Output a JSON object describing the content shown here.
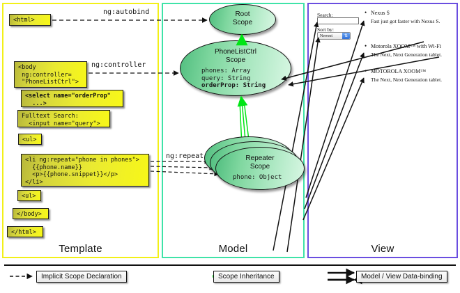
{
  "columns": [
    {
      "key": "template",
      "label": "Template",
      "border": "#f2f018"
    },
    {
      "key": "model",
      "label": "Model",
      "border": "#3fe3a8"
    },
    {
      "key": "view",
      "label": "View",
      "border": "#6a4ee0"
    }
  ],
  "template": {
    "boxes": [
      {
        "name": "html-open-box",
        "text": "<html>",
        "bold": false
      },
      {
        "name": "body-controller-box",
        "text": "<body\n ng:controller=\n \"PhoneListCtrl\">",
        "bold": false
      },
      {
        "name": "select-orderprop-box",
        "text": "<select name=\"orderProp\"\n  ...>",
        "bold": true
      },
      {
        "name": "fulltext-search-box",
        "text": "Fulltext Search:\n  <input name=\"query\">",
        "bold": false
      },
      {
        "name": "ul-open-box",
        "text": "<ul>",
        "bold": false
      },
      {
        "name": "li-ngrepeat-box",
        "text": "<li ng:repeat=\"phone in phones\">\n  {{phone.name}}\n  <p>{{phone.snippet}}</p>\n</li>",
        "bold": false
      },
      {
        "name": "ul-close-box",
        "text": "<ul>",
        "bold": false
      },
      {
        "name": "body-close-box",
        "text": "</body>",
        "bold": false
      },
      {
        "name": "html-close-box",
        "text": "</html>",
        "bold": false
      }
    ]
  },
  "connectors": {
    "autobind": "ng:autobind",
    "controller": "ng:controller",
    "repeat": "ng:repeat"
  },
  "model": {
    "scopes": [
      {
        "name": "root-scope",
        "title": "Root\nScope",
        "props": []
      },
      {
        "name": "phonelistctrl-scope",
        "title": "PhoneListCtrl\nScope",
        "props": [
          {
            "text": "phones: Array",
            "bold": false
          },
          {
            "text": "query: String",
            "bold": false
          },
          {
            "text": "orderProp: String",
            "bold": true
          }
        ]
      },
      {
        "name": "repeater-scope",
        "title": "Repeater\nScope",
        "props": [
          {
            "text": "phone: Object",
            "bold": false
          }
        ]
      }
    ]
  },
  "view": {
    "search_label": "Search:",
    "search_value": "",
    "sort_label": "Sort by:",
    "sort_selected": "Newest",
    "phones": [
      {
        "name": "Nexus S",
        "snippet": "Fast just got faster with Nexus S."
      },
      {
        "name": "Motorola XOOM™ with Wi-Fi",
        "snippet": "The Next, Next Generation tablet."
      },
      {
        "name": "MOTOROLA XOOM™",
        "snippet": "The Next, Next Generation tablet."
      }
    ]
  },
  "legend": {
    "items": [
      {
        "name": "legend-implicit-scope",
        "label": "Implicit Scope Declaration",
        "style": "dashed",
        "color": "#111111"
      },
      {
        "name": "legend-scope-inheritance",
        "label": "Scope Inheritance",
        "style": "solid",
        "color": "#00e515"
      },
      {
        "name": "legend-data-binding",
        "label": "Model / View Data-binding",
        "style": "double",
        "color": "#111111"
      }
    ]
  },
  "colors": {
    "template_border": "#f2f018",
    "model_border": "#3fe3a8",
    "view_border": "#6a4ee0",
    "inheritance_green": "#00e515",
    "box_yellow": "#f7f718",
    "scope_green": "#7fd79f"
  }
}
